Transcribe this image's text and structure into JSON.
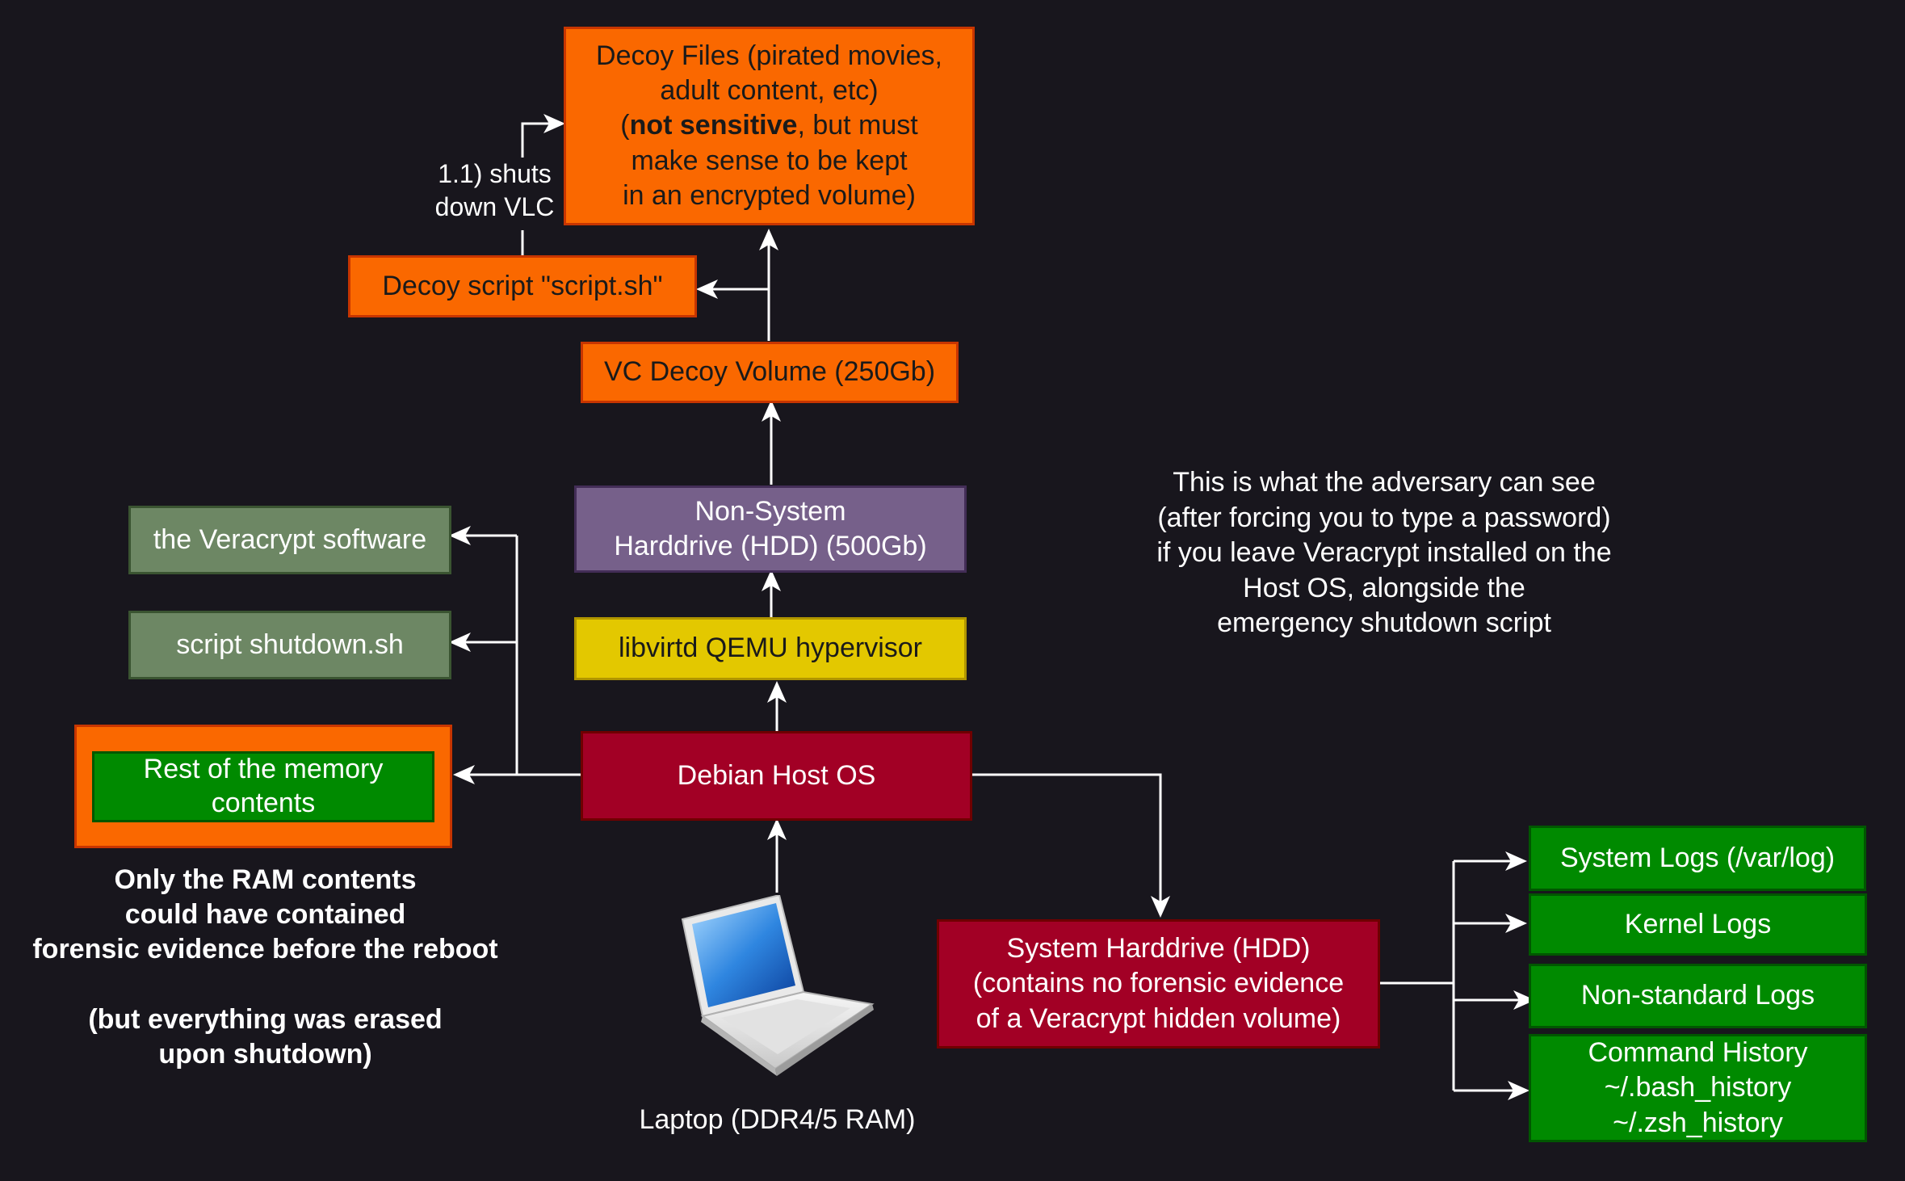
{
  "decoy_files": {
    "line1": "Decoy Files (pirated movies,",
    "line2": "adult content, etc)",
    "line3_open": "(",
    "line3_bold": "not sensitive",
    "line3_rest": ", but must",
    "line4": "make sense to be kept",
    "line5": "in an encrypted volume)"
  },
  "shuts_down_label": {
    "line1": "1.1) shuts",
    "line2": "down VLC"
  },
  "decoy_script": "Decoy script \"script.sh\"",
  "vc_decoy_volume": "VC Decoy Volume (250Gb)",
  "non_system_hdd": {
    "line1": "Non-System",
    "line2": "Harddrive (HDD) (500Gb)"
  },
  "hypervisor": "libvirtd QEMU hypervisor",
  "debian_host": "Debian Host OS",
  "veracrypt_software": "the Veracrypt software",
  "shutdown_script": "script shutdown.sh",
  "memory": {
    "line1": "Rest of the memory",
    "line2": "contents"
  },
  "ram_note": {
    "line1": "Only the RAM contents",
    "line2": "could have contained",
    "line3": "forensic evidence before the reboot",
    "line4": "(but everything was erased",
    "line5": "upon shutdown)"
  },
  "laptop_label": "Laptop (DDR4/5 RAM)",
  "adversary_note": {
    "line1": "This is what the adversary can see",
    "line2": "(after forcing you to type a password)",
    "line3": "if you leave Veracrypt installed on the",
    "line4": "Host OS, alongside the",
    "line5": "emergency shutdown script"
  },
  "system_hdd": {
    "line1": "System Harddrive (HDD)",
    "line2": "(contains no forensic evidence",
    "line3": "of a Veracrypt hidden volume)"
  },
  "system_logs": "System Logs (/var/log)",
  "kernel_logs": "Kernel Logs",
  "nonstandard_logs": "Non-standard Logs",
  "command_history": {
    "line1": "Command History",
    "line2": "~/.bash_history",
    "line3": "~/.zsh_history"
  },
  "colors": {
    "background": "#18161d",
    "orange": "#fa6800",
    "purple": "#76608a",
    "yellow": "#e3c800",
    "red": "#a20025",
    "sage": "#6d8764",
    "green": "#008a00",
    "connector": "#ffffff"
  },
  "icons": {
    "laptop": "laptop-icon"
  }
}
